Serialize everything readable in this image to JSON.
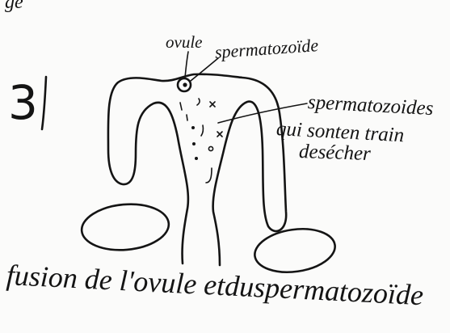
{
  "page": {
    "background": "#fbfbfa",
    "ink": "#141414"
  },
  "cropped_fragment": "ge",
  "figure_number": "3",
  "labels": {
    "ovule": "ovule",
    "spermatozoide": "spermatozoïde",
    "spermatozoides": {
      "line1": "spermatozoides",
      "line2": "qui sonten train",
      "line3": "desécher"
    }
  },
  "caption": "fusion de l'ovule etduspermatozoïde"
}
